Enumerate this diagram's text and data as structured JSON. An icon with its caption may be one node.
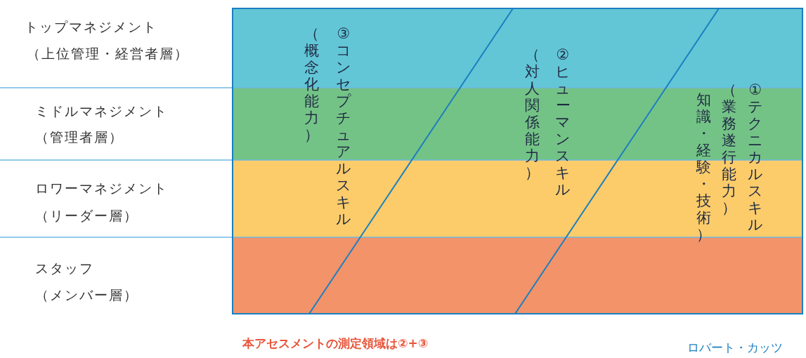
{
  "diagram": {
    "labels": [
      "トップマネジメント",
      "（上位管理・経営者層）",
      "ミドルマネジメント",
      "（管理者層）",
      "ロワーマネジメント",
      "（リーダー層）",
      "スタッフ",
      "（メンバー層）",
      "③コンセプチュアルスキル",
      "（概念化能力）",
      "②ヒューマンスキル",
      "（対人関係能力）",
      "①テクニカルスキル",
      "（業務遂行能力）",
      "知識・経験・技術）",
      "本アセスメントの測定領域は②+③",
      "ロバート・カッツ"
    ]
  }
}
